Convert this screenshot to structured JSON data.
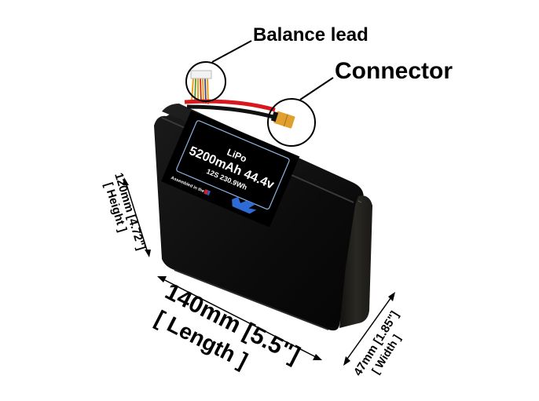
{
  "callouts": {
    "balance_lead": "Balance lead",
    "connector": "Connector"
  },
  "battery_label": {
    "chemistry": "LiPo",
    "capacity_voltage": "5200mAh 44.4v",
    "config_energy": "12S 230.9Wh",
    "assembled": "Assembled in the",
    "brand_logo": "MaxAmps-logo"
  },
  "dimensions": {
    "height": {
      "value": "120mm [4.72\"]",
      "label": "[ Height ]"
    },
    "length": {
      "value": "140mm [5.5\"]",
      "label": "[ Length ]"
    },
    "width": {
      "value": "47mm [1.85\"]",
      "label": "[ Width ]"
    }
  },
  "colors": {
    "battery_body": "#0d0c0d",
    "label_border": "#8fb4e0",
    "main_wire": "#d7191f",
    "xt_connector": "#e0a030",
    "logo_blue": "#2e6bd6"
  }
}
